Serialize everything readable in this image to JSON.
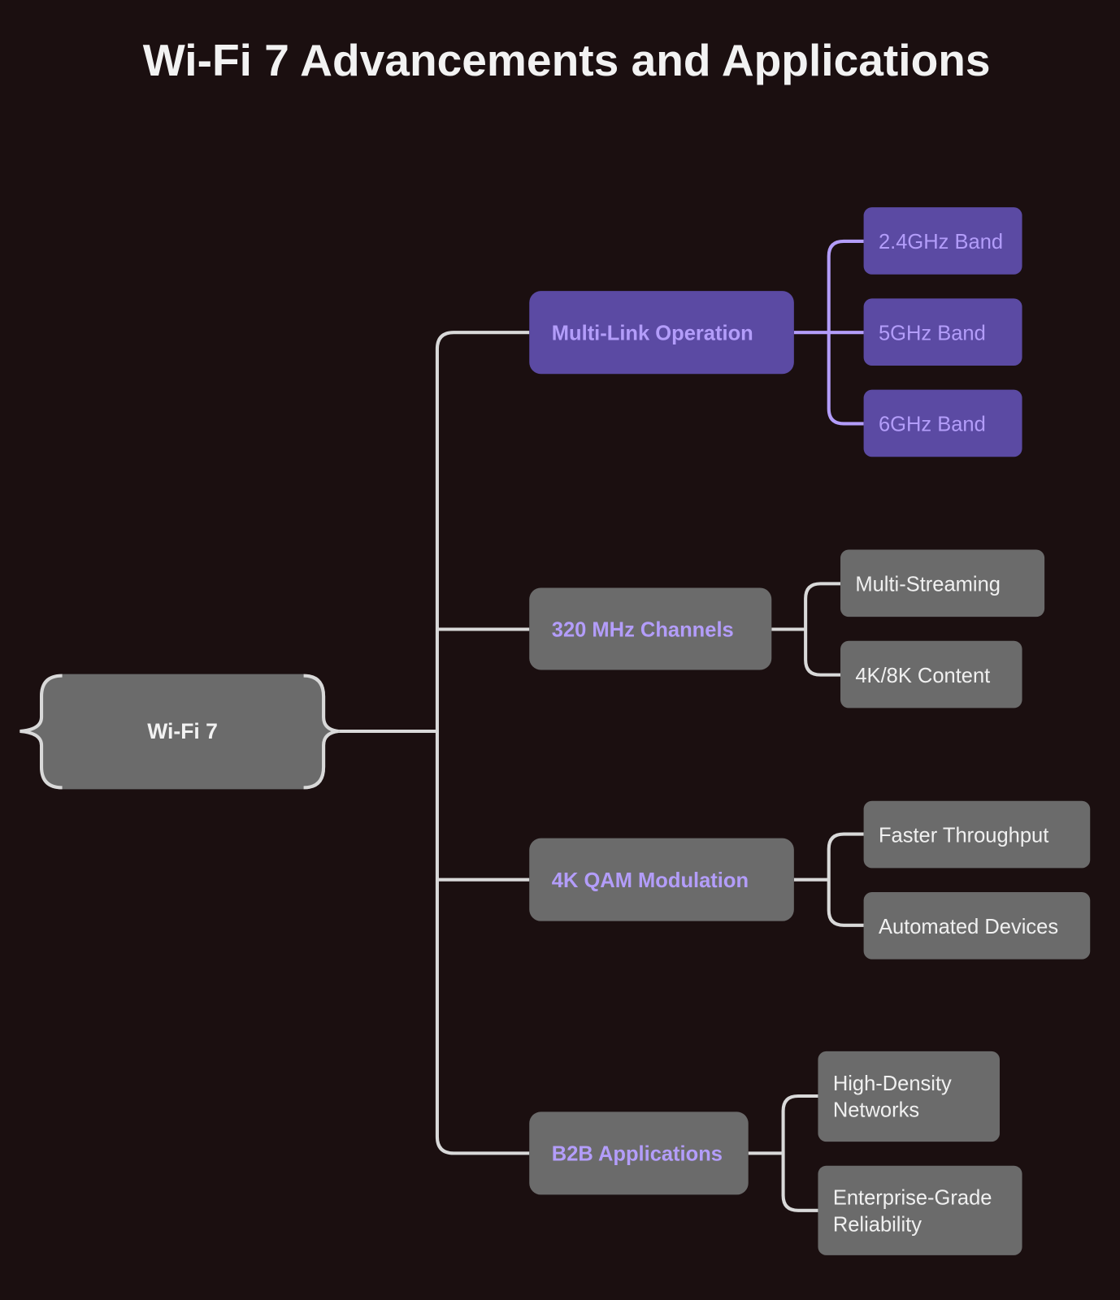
{
  "title": "Wi-Fi 7 Advancements and Applications",
  "root": {
    "label": "Wi-Fi 7"
  },
  "branches": [
    {
      "label": "Multi-Link Operation",
      "children": [
        "2.4GHz Band",
        "5GHz Band",
        "6GHz Band"
      ]
    },
    {
      "label": "320 MHz Channels",
      "children": [
        "Multi-Streaming",
        "4K/8K Content"
      ]
    },
    {
      "label": "4K QAM Modulation",
      "children": [
        "Faster Throughput",
        "Automated Devices"
      ]
    },
    {
      "label": "B2B Applications",
      "children": [
        [
          "High-Density",
          "Networks"
        ],
        [
          "Enterprise-Grade",
          "Reliability"
        ]
      ]
    }
  ],
  "colors": {
    "background": "#1b0f10",
    "node_gray": "#6b6b6b",
    "node_purple": "#5b4aa3",
    "accent_text": "#b39dfa",
    "line": "#d9d9d9"
  }
}
